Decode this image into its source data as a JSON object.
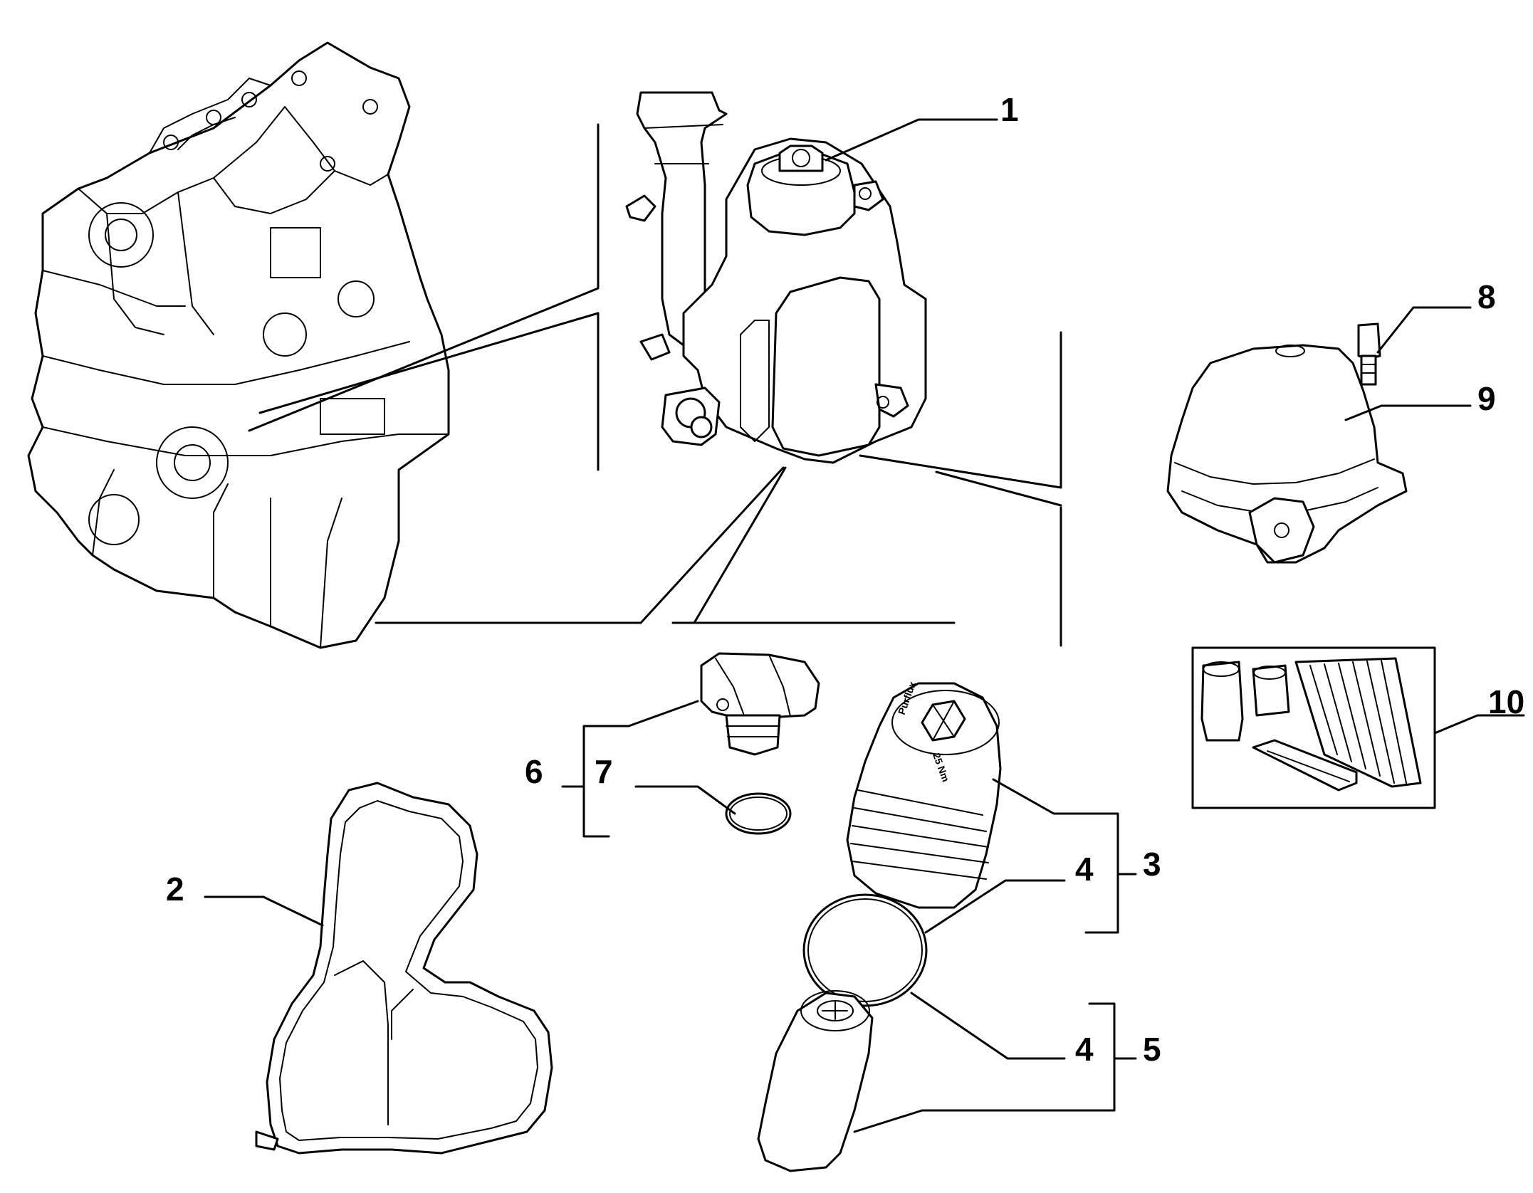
{
  "callouts": {
    "c1": "1",
    "c2": "2",
    "c3": "3",
    "c4a": "4",
    "c4b": "4",
    "c5": "5",
    "c6": "6",
    "c7": "7",
    "c8": "8",
    "c9": "9",
    "c10": "10"
  },
  "filter_cap_marking": "25 Nm",
  "filter_brand_marking": "Purflux"
}
